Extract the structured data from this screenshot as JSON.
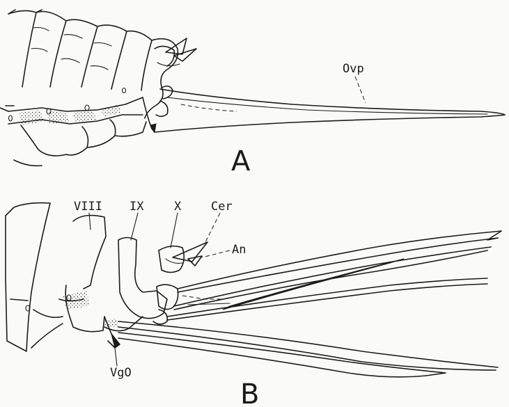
{
  "figure": {
    "panel_a": {
      "letter": "A",
      "labels": {
        "ovipositor": "Ovp"
      }
    },
    "panel_b": {
      "letter": "B",
      "labels": {
        "segment_viii": "VIII",
        "segment_ix": "IX",
        "segment_x": "X",
        "cercus": "Cer",
        "anus": "An",
        "vaginal_opening": "VgO"
      }
    }
  }
}
